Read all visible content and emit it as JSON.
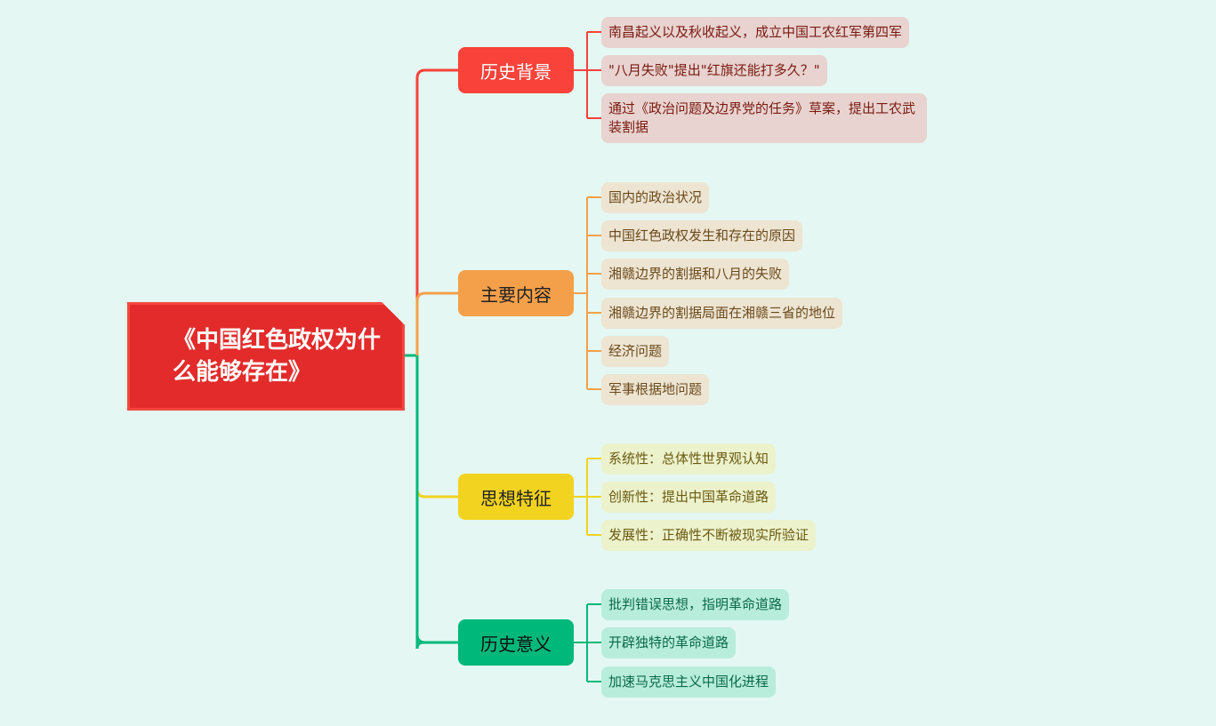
{
  "root": {
    "title": "《中国红色政权为什么能够存在》"
  },
  "colors": {
    "background": "#e4f7f3",
    "root": "#e32b2b",
    "branch1": "#f9423a",
    "branch2": "#f4a04a",
    "branch3": "#f2d31f",
    "branch4": "#00b87a"
  },
  "branches": [
    {
      "label": "历史背景",
      "leaves": [
        "南昌起义以及秋收起义，成立中国工农红军第四军",
        "\"八月失败\"提出\"红旗还能打多久？\"",
        "通过《政治问题及边界党的任务》草案，提出工农武装割据"
      ]
    },
    {
      "label": "主要内容",
      "leaves": [
        "国内的政治状况",
        "中国红色政权发生和存在的原因",
        "湘赣边界的割据和八月的失败",
        "湘赣边界的割据局面在湘赣三省的地位",
        "经济问题",
        "军事根据地问题"
      ]
    },
    {
      "label": "思想特征",
      "leaves": [
        "系统性：总体性世界观认知",
        "创新性：提出中国革命道路",
        "发展性：正确性不断被现实所验证"
      ]
    },
    {
      "label": "历史意义",
      "leaves": [
        "批判错误思想，指明革命道路",
        "开辟独特的革命道路",
        "加速马克思主义中国化进程"
      ]
    }
  ]
}
